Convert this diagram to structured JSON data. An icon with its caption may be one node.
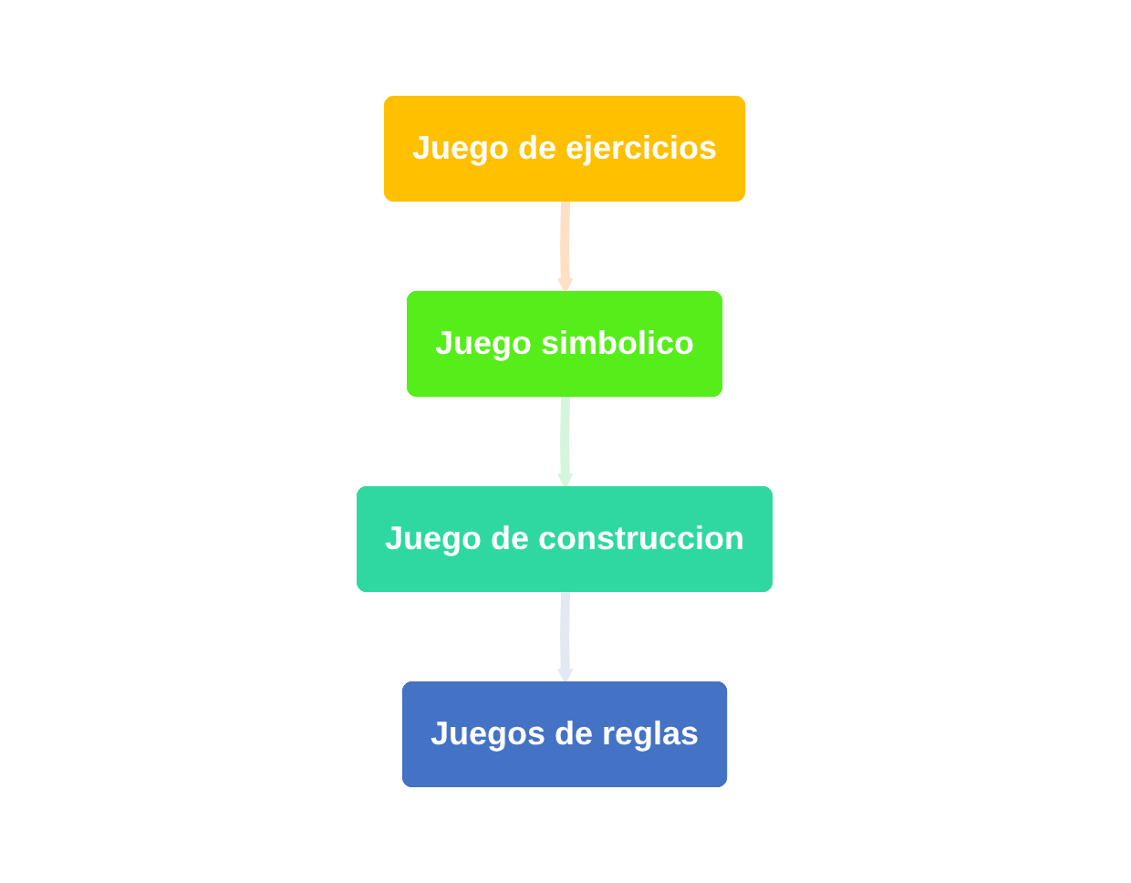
{
  "diagram": {
    "nodes": [
      {
        "text": [
          "Juego de ejercicios"
        ]
      },
      {
        "text": [
          "Juego simbolico"
        ]
      },
      {
        "text": [
          "Juego de construccion"
        ]
      },
      {
        "text": [
          "Juegos de reglas"
        ]
      }
    ],
    "edges": [
      {
        "from": 0,
        "to": 1,
        "arrow": "to",
        "color": "#fde1c4"
      },
      {
        "from": 1,
        "to": 2,
        "arrow": "to",
        "color": "#d6f5de"
      },
      {
        "from": 2,
        "to": 3,
        "arrow": "to",
        "color": "#e4e8f3"
      }
    ]
  }
}
